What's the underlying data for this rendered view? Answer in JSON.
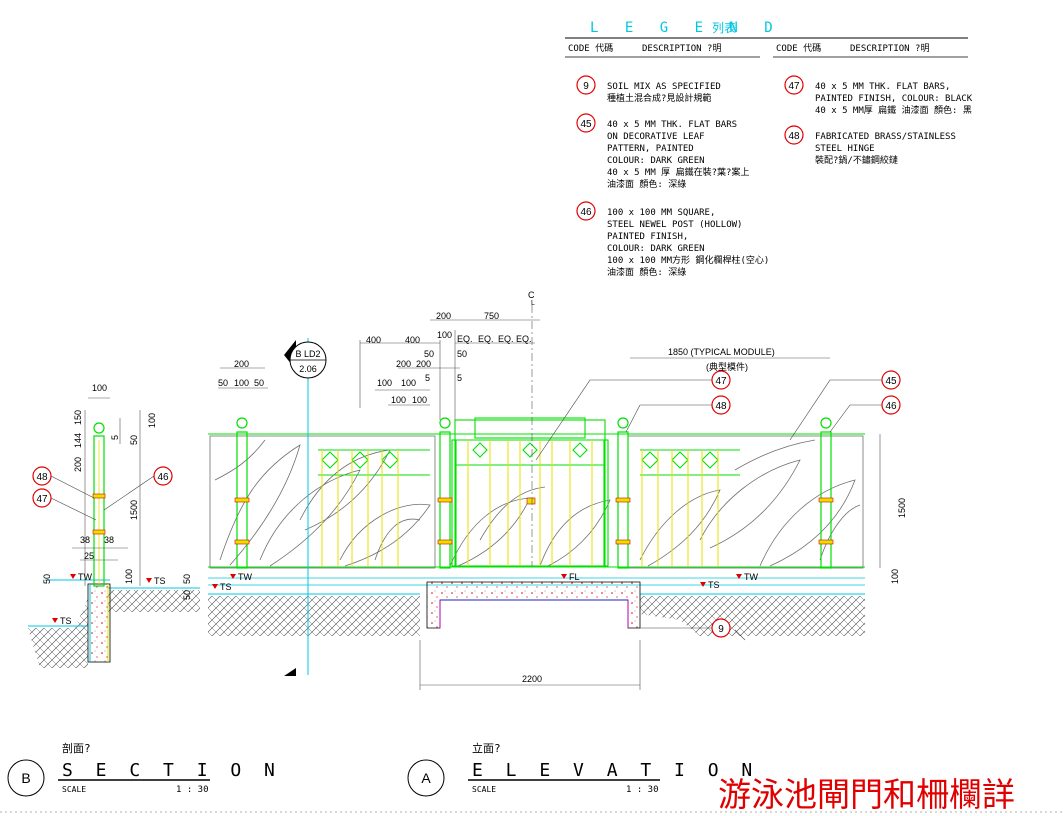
{
  "legend": {
    "title": "L E G E N D",
    "title_cn": "列表",
    "code_header": "CODE 代碼",
    "desc_header": "DESCRIPTION ?明",
    "items": [
      {
        "code": "9",
        "lines": [
          "SOIL MIX AS SPECIFIED",
          "種植土混合成?見設計規範"
        ]
      },
      {
        "code": "45",
        "lines": [
          "40 x 5 MM THK. FLAT BARS",
          "ON DECORATIVE LEAF",
          "PATTERN, PAINTED",
          "COLOUR: DARK GREEN",
          "40 x 5 MM  厚  扁鐵在裝?葉?案上",
          "油漆面  顏色: 深綠"
        ]
      },
      {
        "code": "46",
        "lines": [
          "100 x 100 MM SQUARE,",
          "STEEL NEWEL POST (HOLLOW)",
          "PAINTED FINISH,",
          "COLOUR: DARK GREEN",
          "100 x 100 MM方形  鋼化欄桿柱(空心)",
          "油漆面  顏色: 深綠"
        ]
      },
      {
        "code": "47",
        "lines": [
          "40 x 5 MM THK. FLAT BARS,",
          "PAINTED FINISH, COLOUR: BLACK",
          "40 x 5 MM厚  扁鐵  油漆面  顏色: 黑"
        ]
      },
      {
        "code": "48",
        "lines": [
          "FABRICATED BRASS/STAINLESS",
          "STEEL HINGE",
          "裝配?鍋/不鏽鋼絞鏈"
        ]
      }
    ]
  },
  "section": {
    "cn": "剖面?",
    "letter": "B",
    "title": "S E C T I O N",
    "scale_label": "SCALE",
    "scale_value": "1 : 30",
    "dims": {
      "top": "100",
      "d150": "150",
      "d144": "144",
      "d5": "5",
      "d50": "50",
      "d100r": "100",
      "d200": "200",
      "d1500": "1500",
      "d38a": "38",
      "d38b": "38",
      "d25": "25",
      "d50b": "50",
      "d100b": "100"
    },
    "levels": {
      "tw": "TW",
      "ts1": "TS",
      "ts2": "TS"
    },
    "callouts": [
      "48",
      "47",
      "46"
    ]
  },
  "elevation": {
    "cn": "立面?",
    "letter": "A",
    "title": "E L E V A T I O N",
    "scale_label": "SCALE",
    "scale_value": "1 : 30",
    "ref_tag_top": "B LD2",
    "ref_tag_bottom": "2.06",
    "centerline": "C",
    "centerline_sub": "L",
    "module_label": "1850 (TYPICAL MODULE)",
    "module_cn": "(典型模件)",
    "dims": {
      "d200a": "200",
      "d750": "750",
      "d400a": "400",
      "d400b": "400",
      "d100": "100",
      "eq1": "EQ.",
      "eq2": "EQ.",
      "eq3": "EQ.",
      "d50a": "50",
      "d50b": "50",
      "d200b": "200",
      "d200c": "200",
      "d5a": "5",
      "d5b": "5",
      "d100a": "100",
      "d100c": "100",
      "d100d": "100",
      "d100e": "100",
      "d200d": "200",
      "d50c": "50",
      "d100f": "100",
      "d50d": "50",
      "d1500": "1500",
      "d100g": "100",
      "d50e": "50",
      "d50f": "50",
      "d2200": "2200"
    },
    "levels": {
      "tw1": "TW",
      "ts1": "TS",
      "fl": "FL",
      "ts2": "TS",
      "tw2": "TW"
    },
    "callouts": [
      "47",
      "48",
      "45",
      "46",
      "9"
    ]
  },
  "drawing_title": "游泳池閘門和柵欄詳",
  "colors": {
    "green": "#00e000",
    "yellow": "#e8e000",
    "cyan": "#00c8e0",
    "red": "#e00000",
    "magenta": "#b000b0",
    "grey": "#707070"
  }
}
